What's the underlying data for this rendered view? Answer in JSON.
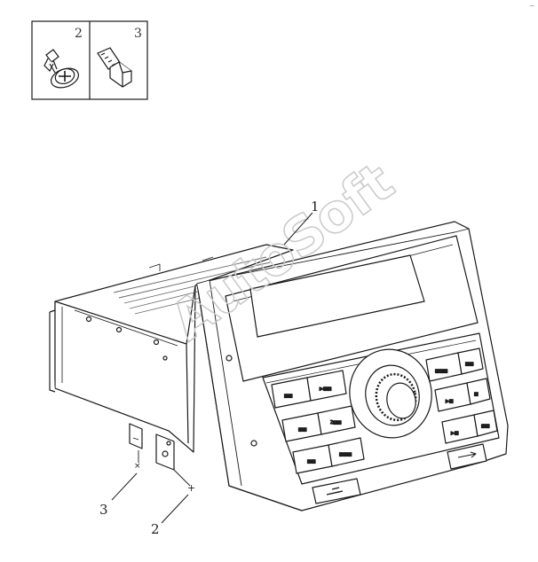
{
  "corner_mark": "~",
  "inset": {
    "bolt_a_label": "2",
    "bolt_b_label": "3"
  },
  "callouts": [
    {
      "id": "head-unit",
      "label": "1"
    },
    {
      "id": "left-screw",
      "label": "3"
    },
    {
      "id": "right-screw",
      "label": "2"
    }
  ],
  "screw_markers": {
    "left": "×",
    "right": "+"
  },
  "watermark": "AutoSoft",
  "colors": {
    "line": "#1a1a1a",
    "vent": "#6a6a6a",
    "watermark": "#c9c9c9"
  }
}
